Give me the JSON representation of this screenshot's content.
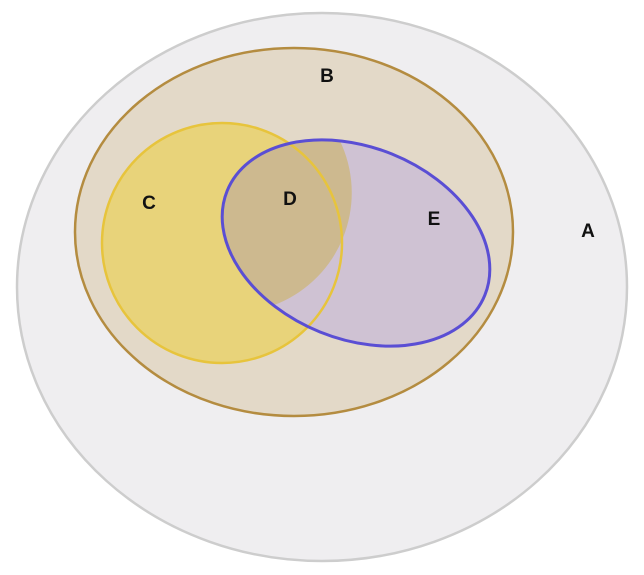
{
  "sets": {
    "a": {
      "label": "A",
      "fill": "#efeef0",
      "stroke": "#cdcdcd"
    },
    "b": {
      "label": "B",
      "fill": "#e3d9c8",
      "stroke": "#b48c40"
    },
    "c": {
      "label": "C",
      "fill": "#e8d37a",
      "stroke": "#e7c43c"
    },
    "e": {
      "label": "E",
      "fill": "#cfc2d3",
      "stroke": "#5a4ed4"
    }
  },
  "overlap_c_e": {
    "label": "D",
    "fill": "#cdb98f"
  }
}
